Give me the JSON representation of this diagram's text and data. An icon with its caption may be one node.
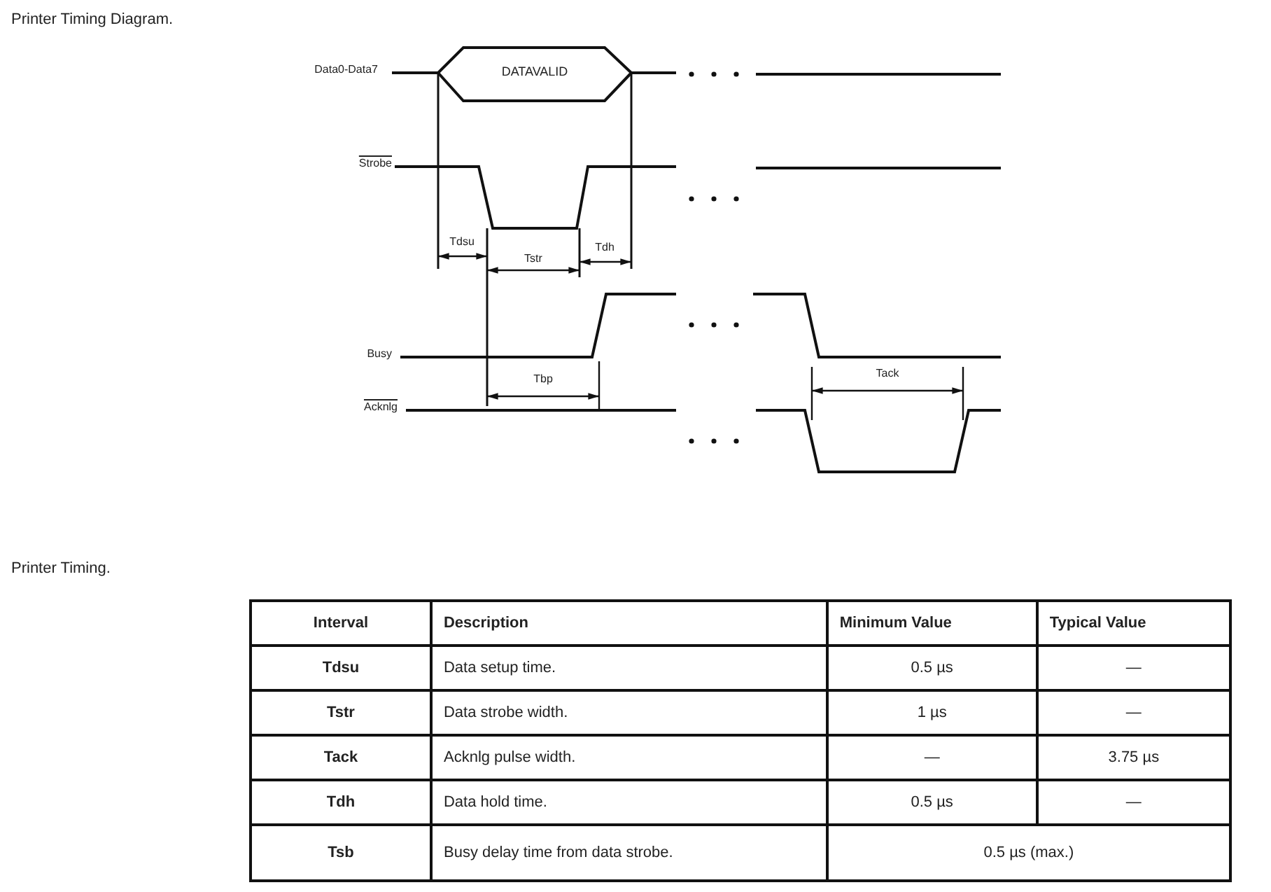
{
  "diagram": {
    "title": "Printer Timing Diagram.",
    "labels": [
      "Data0-Data7",
      "DATAVALID",
      "Strobe",
      "Tdsu",
      "Tstr",
      "Tdh",
      "Busy",
      "Tbp",
      "Acknlg",
      "Tack",
      "Printer Timing.",
      "Interval",
      "Description",
      "Minimum Value",
      "Typical Value",
      "Tdsu",
      "Data setup time.",
      "0.5 µs",
      "—",
      "Tstr",
      "Data strobe width.",
      "1 µs",
      "—",
      "Tack",
      "Acknlg pulse width.",
      "—",
      "3.75 µs",
      "Tdh",
      "Data hold time.",
      "0.5 µs",
      "—",
      "Tsb",
      "Busy delay time from data strobe.",
      "0.5 µs (max.)"
    ]
  }
}
